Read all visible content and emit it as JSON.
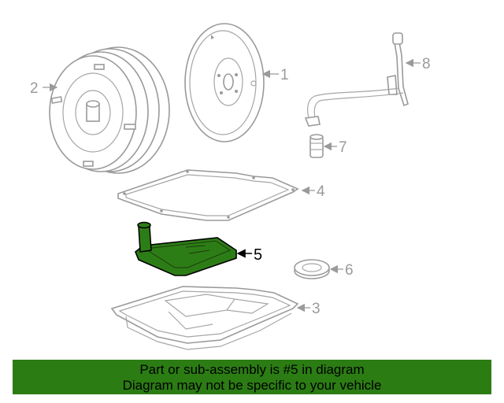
{
  "diagram": {
    "callouts": [
      {
        "id": "1",
        "label": "1"
      },
      {
        "id": "2",
        "label": "2"
      },
      {
        "id": "3",
        "label": "3"
      },
      {
        "id": "4",
        "label": "4"
      },
      {
        "id": "5",
        "label": "5"
      },
      {
        "id": "6",
        "label": "6"
      },
      {
        "id": "7",
        "label": "7"
      },
      {
        "id": "8",
        "label": "8"
      }
    ],
    "highlighted_part": "5",
    "highlight_color": "#2d7d16",
    "line_color": "#9a9a9a"
  },
  "banner": {
    "line1": "Part or sub-assembly is #5 in diagram",
    "line2": "Diagram may not be specific to your vehicle",
    "background": "#2c7c14"
  }
}
